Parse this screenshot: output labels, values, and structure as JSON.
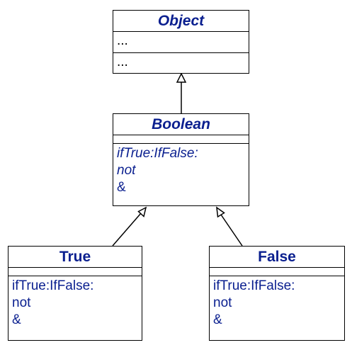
{
  "colors": {
    "text": "#0a1f8f",
    "line": "#000000",
    "fill": "#ffffff"
  },
  "classes": {
    "object": {
      "name": "Object",
      "attributes": [
        "..."
      ],
      "methods": [
        "..."
      ]
    },
    "boolean": {
      "name": "Boolean",
      "attributes": [],
      "methods": [
        "ifTrue:IfFalse:",
        "not",
        "&"
      ]
    },
    "true": {
      "name": "True",
      "attributes": [],
      "methods": [
        "ifTrue:IfFalse:",
        "not",
        "&"
      ]
    },
    "false": {
      "name": "False",
      "attributes": [],
      "methods": [
        "ifTrue:IfFalse:",
        "not",
        "&"
      ]
    }
  },
  "relations": [
    {
      "type": "generalization",
      "from": "boolean",
      "to": "object"
    },
    {
      "type": "generalization",
      "from": "true",
      "to": "boolean"
    },
    {
      "type": "generalization",
      "from": "false",
      "to": "boolean"
    }
  ]
}
